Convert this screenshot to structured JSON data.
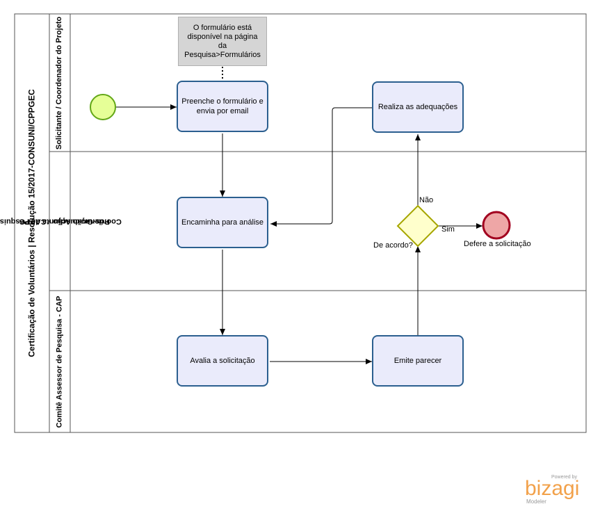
{
  "pool": {
    "label": "Certificação de Voluntários | Resolução 15/2017-CONSUNI/CPPGEC"
  },
  "lanes": [
    {
      "label": "Solicitante / Coordenador do Projeto"
    },
    {
      "label_line1": "Coordenação Adjunta de Pesquisa e",
      "label_line2": "Pós-Graduação - CAPPG"
    },
    {
      "label": "Comitê Assessor de Pesquisa - CAP"
    }
  ],
  "annotation": {
    "line1": "O formulário está",
    "line2": "disponível na página",
    "line3": "da",
    "line4": "Pesquisa>Formulários"
  },
  "tasks": {
    "preenche_line1": "Preenche o formulário e",
    "preenche_line2": "envia por email",
    "realiza": "Realiza as adequações",
    "encaminha": "Encaminha para análise",
    "avalia": "Avalia a solicitação",
    "emite": "Emite parecer"
  },
  "gateway": {
    "label": "De acordo?",
    "no_label": "Não",
    "yes_label": "Sim"
  },
  "end_event": {
    "label": "Defere a solicitação"
  },
  "colors": {
    "start_fill": "#e6ff97",
    "start_stroke": "#62a716",
    "end_fill": "#eea6a6",
    "end_stroke": "#a2001f",
    "gateway_fill": "#ffffcc",
    "gateway_stroke": "#a6a600",
    "task_fill": "#eaebfb",
    "task_stroke": "#2b5f8f"
  },
  "branding": {
    "powered": "Powered by",
    "name": "bizagi",
    "product": "Modeler"
  }
}
